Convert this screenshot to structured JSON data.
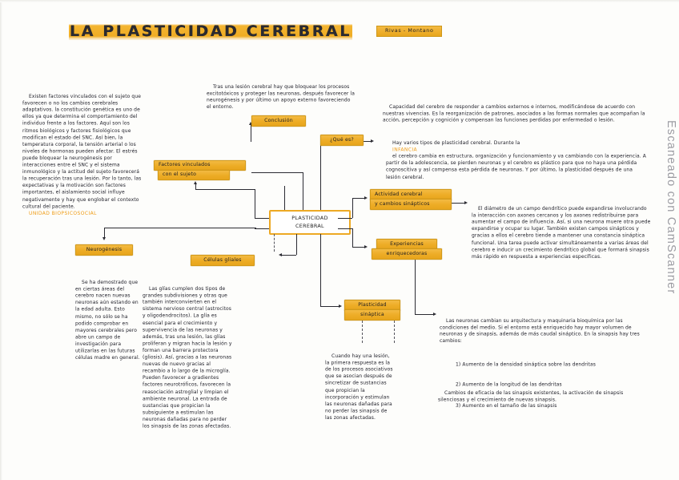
{
  "document": {
    "title": "LA PLASTICIDAD CEREBRAL",
    "authors": "Rivas - Montano",
    "watermark": "Escaneado con CamScanner"
  },
  "central_node": {
    "line1": "PLASTICIDAD",
    "line2": "CEREBRAL"
  },
  "branch_labels": {
    "factores_sujeto_l1": "Factores vinculados",
    "factores_sujeto_l2": "con el sujeto",
    "conclusion": "Conclusión",
    "que_es": "¿Qué es?",
    "actividad_l1": "Actividad cerebral",
    "actividad_l2": "y cambios sinápticos",
    "experiencias_l1": "Experiencias",
    "experiencias_l2": "enriquecedoras",
    "plasticidad_sinaptica_l1": "Plasticidad",
    "plasticidad_sinaptica_l2": "sináptica",
    "neurogenesis": "Neurogénesis",
    "celulas_gliales": "Células gliales"
  },
  "notes": {
    "factores_sujeto": "Existen factores vinculados con el sujeto que favorecen o no los cambios cerebrales adaptativos. la constitución genética es uno de ellos ya que determina el comportamiento del individuo frente a los factores. Aquí son los ritmos biológicos y factores fisiológicos que modifican el estado del SNC. Así bien, la temperatura corporal, la tensión arterial o los niveles de hormonas pueden afectar. El estrés puede bloquear la neurogénesis por interacciones entre el SNC y el sistema inmunológico y la actitud del sujeto favorecerá la recuperación tras una lesión. Por lo tanto, las expectativas y la motivación son factores importantes, el aislamiento social influye negativamente y hay que englobar el contexto cultural del paciente.",
    "factores_sujeto_highlight": "UNIDAD BIOPSICOSOCIAL",
    "conclusion": "Tras una lesión cerebral hay que bloquear los procesos excitotóxicos y proteger las neuronas, después favorecer la neurogénesis y por último un apoyo externo favoreciendo el entorno.",
    "que_es_p1": "Capacidad del cerebro de responder a cambios externos e internos, modificándose de acuerdo con nuestras vivencias. Es la reorganización de patrones, asociados a las formas normales que acompañan la acción, percepción y cognición y compensan las funciones perdidas por enfermedad o lesión.",
    "que_es_p2_a": "Hay varios tipos de plasticidad cerebral. Durante la",
    "que_es_p2_hl": "INFANCIA",
    "que_es_p2_b": "el cerebro cambia en estructura, organización y funcionamiento y va cambiando con la experiencia. A partir de la adolescencia, se pierden neuronas y el cerebro es plástico para que no haya una pérdida cognoscitiva y así compensa esta pérdida de neuronas. Y por último, la plasticidad después de una lesión cerebral.",
    "actividad_cerebral": "El diámetro de un campo dendrítico puede expandirse involucrando la interacción con axones cercanos y los axones redistribuirse para aumentar el campo de influencia. Así, si una neurona muere otra puede expandirse y ocupar su lugar. También existen campos sinápticos y gracias a ellos el cerebro tiende a mantener una constancia sináptica funcional. Una tarea puede activar simultáneamente a varias áreas del cerebro e inducir un crecimiento dendrítico global que formará sinapsis más rápido en respuesta a experiencias específicas.",
    "experiencias_p1": "Las neuronas cambian su arquitectura y maquinaria bioquímica por las condiciones del medio. Si el entorno está enriquecido hay mayor volumen de neuronas y de sinapsis, además de más caudal sináptico. En la sinapsis hay tres cambios:",
    "experiencias_list": [
      "1) Aumento de la densidad sináptica sobre las dendritas",
      "2) Aumento de la longitud de las dendritas",
      "3) Aumento en el tamaño de las sinapsis"
    ],
    "plasticidad_sinaptica": "Cambios de eficacia de las sinapsis existentes, la activación de sinapsis silenciosas y el crecimiento de nuevas sinapsis.",
    "neurogenesis": "Se ha demostrado que en ciertas áreas del cerebro nacen nuevas neuronas aún estando en la edad adulta. Esto mismo, no sólo se ha podido comprobar en mayores cerebrales pero abre un campo de investigación para utilizarlas en las futuras células madre en general.",
    "celulas_gliales": "Las glías cumplen dos tipos de grandes subdivisiones y otras que también interconvierten en el sistema nervioso central (astrocitos y oligodendrocitos). La glía es esencial para el crecimiento y supervivencia de las neuronas y además, tras una lesión, las glías proliferan y migran hacia la lesión y forman una barrera protectora (gliosis). Así, gracias a las neuronas nuevas de nuevo gracias al recambio a lo largo de la microglía. Pueden favorecer a gradientes factores neurotróficos, favorecen la reasociación astroglial y limpian el ambiente neuronal. La entrada de sustancias que propician la subsiguiente a estimulan las neuronas dañadas para no perder los sinapsis de las zonas afectadas.",
    "plasticidad_sinaptica_detalle": "Cuando hay una lesión, la primera respuesta es la de los procesos asociativos que se asocian después de sincretizar de sustancias que propician la incorporación y estimulan las neuronas dañadas para no perder las sinapsis de las zonas afectadas."
  },
  "colors": {
    "marker": "#eda924",
    "ink": "#20202a",
    "orange_text": "#ef9c15",
    "paper": "#fdfdfb"
  }
}
